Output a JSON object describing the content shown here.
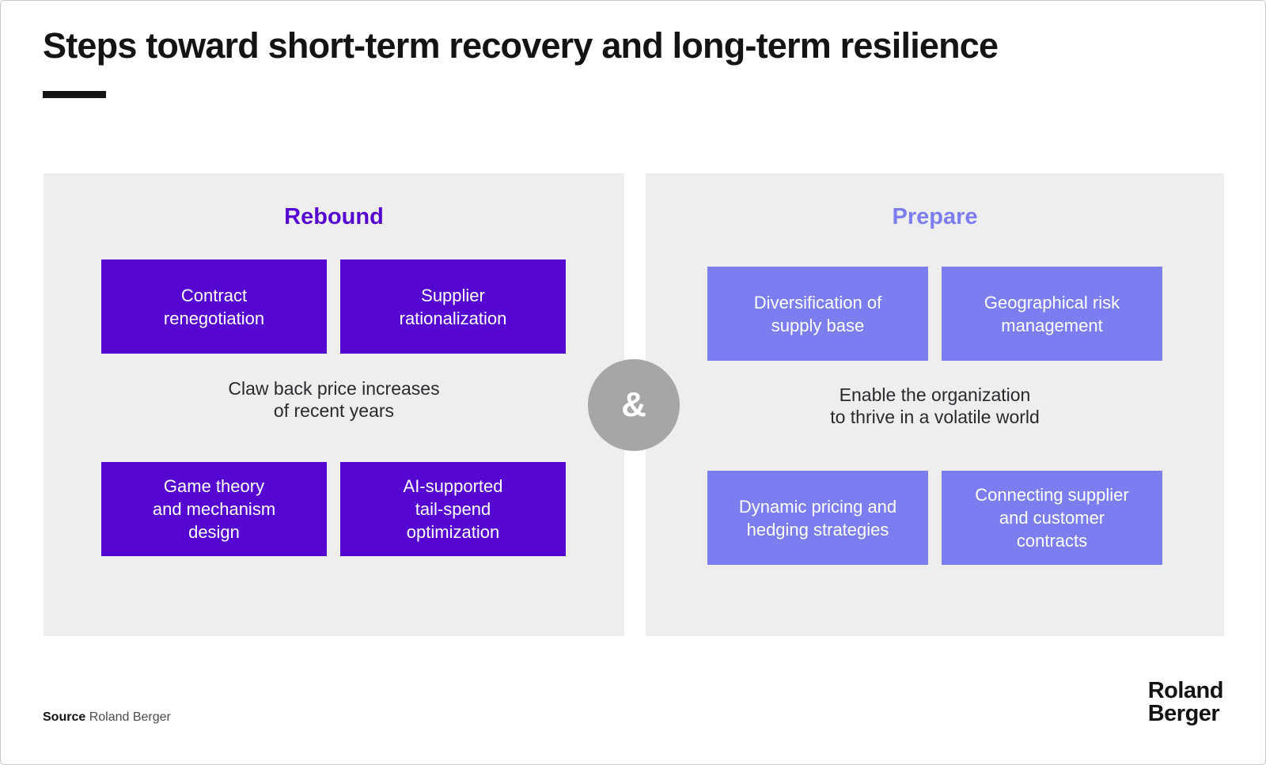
{
  "title": "Steps toward short-term recovery and long-term resilience",
  "colors": {
    "rebound_purple": "#5507d1",
    "prepare_purple": "#7c7ef0",
    "panel_background": "#efeeef",
    "connector_gray": "#a7a6a7"
  },
  "panels": {
    "rebound": {
      "heading": "Rebound",
      "boxes": [
        "Contract\nrenegotiation",
        "Supplier\nrationalization",
        "Game theory\nand mechanism\ndesign",
        "AI-supported\ntail-spend\noptimization"
      ],
      "caption": "Claw back price increases\nof recent years"
    },
    "prepare": {
      "heading": "Prepare",
      "boxes": [
        "Diversification of\nsupply base",
        "Geographical risk\nmanagement",
        "Dynamic pricing and\nhedging strategies",
        "Connecting supplier\nand customer\ncontracts"
      ],
      "caption": "Enable the organization\nto thrive in a volatile world"
    }
  },
  "connector": {
    "symbol": "&"
  },
  "footer": {
    "source_label": "Source",
    "source_value": "Roland Berger"
  },
  "logo": {
    "text": "Roland\nBerger"
  }
}
